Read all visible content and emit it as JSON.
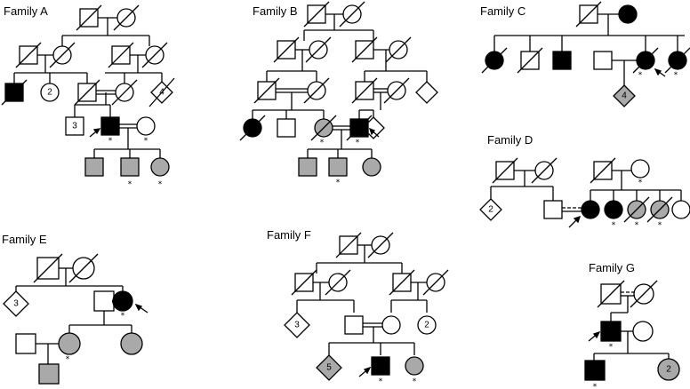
{
  "families": [
    {
      "title": "Family A"
    },
    {
      "title": "Family B"
    },
    {
      "title": "Family C"
    },
    {
      "title": "Family D"
    },
    {
      "title": "Family E"
    },
    {
      "title": "Family F"
    },
    {
      "title": "Family G"
    }
  ],
  "sibship_counts": {
    "a_female": "2",
    "a_diamond": "4",
    "a_square": "3",
    "c_diamond": "4",
    "d_diamond": "2",
    "e_diamond": "3",
    "f_diamond_left": "3",
    "f_circle": "2",
    "f_diamond_affected": "5",
    "g_circle": "2"
  },
  "marker_symbol": "*",
  "colors": {
    "affected": "#000000",
    "partially_affected": "#a9a9a9",
    "unaffected": "#ffffff",
    "line": "#000000"
  }
}
